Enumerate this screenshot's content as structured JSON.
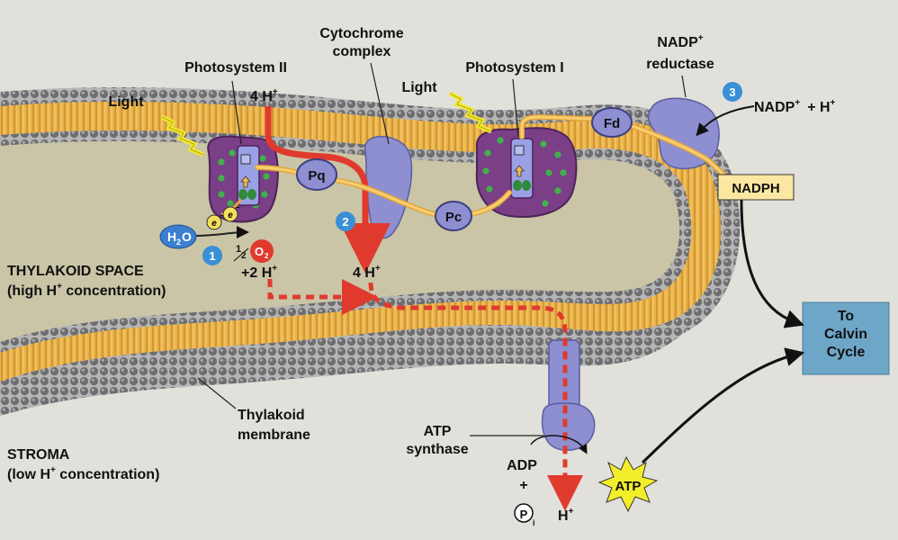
{
  "labels": {
    "photosystem_ii": "Photosystem II",
    "photosystem_i": "Photosystem I",
    "cytochrome_line1": "Cytochrome",
    "cytochrome_line2": "complex",
    "nadp_reductase_line1": "NADP",
    "nadp_reductase_line2": "reductase",
    "light": "Light",
    "thylakoid_space_line1": "THYLAKOID SPACE",
    "thylakoid_space_line2": "(high H",
    "thylakoid_space_line2b": " concentration)",
    "stroma_line1": "STROMA",
    "stroma_line2": "(low H",
    "stroma_line2b": " concentration)",
    "membrane_line1": "Thylakoid",
    "membrane_line2": "membrane",
    "atp_synthase_line1": "ATP",
    "atp_synthase_line2": "synthase",
    "calvin_line1": "To",
    "calvin_line2": "Calvin",
    "calvin_line3": "Cycle",
    "plus_sign": "+",
    "minus_sign": "−",
    "superscript_plus": "+"
  },
  "molecules": {
    "pq": "Pq",
    "pc": "Pc",
    "fd": "Fd",
    "h2o": "H",
    "h2o_sub": "2",
    "h2o_o": "O",
    "o2": "O",
    "o2_sub": "2",
    "electron": "e",
    "half_num": "1",
    "half_den": "2",
    "h_plus_2": "+2 H",
    "h_plus_4_top": "4 H",
    "h_plus_4_mid": "4 H",
    "h_plus_bottom": "H",
    "nadph": "NADPH",
    "nadp_plus_h": "NADP",
    "nadp_plus_h_tail": "+ H",
    "atp": "ATP",
    "adp": "ADP",
    "pi_p": "P",
    "pi_sub": "i"
  },
  "steps": [
    "1",
    "2",
    "3"
  ],
  "colors": {
    "membrane_lipid_head": "#6e6e70",
    "membrane_tail": "#e3a53a",
    "thylakoid_space": "#c9c5a8",
    "stroma": "#dddbd6",
    "protein": "#8d8fd0",
    "photosystem": "#7a3f86",
    "electron_flow": "#f4b94a",
    "proton_flow": "#e03a2e",
    "step_badge": "#3a8fd6",
    "nadph_box": "#fbe7a1",
    "calvin_box": "#6ea6c7",
    "atp_star": "#f3ee2a"
  }
}
